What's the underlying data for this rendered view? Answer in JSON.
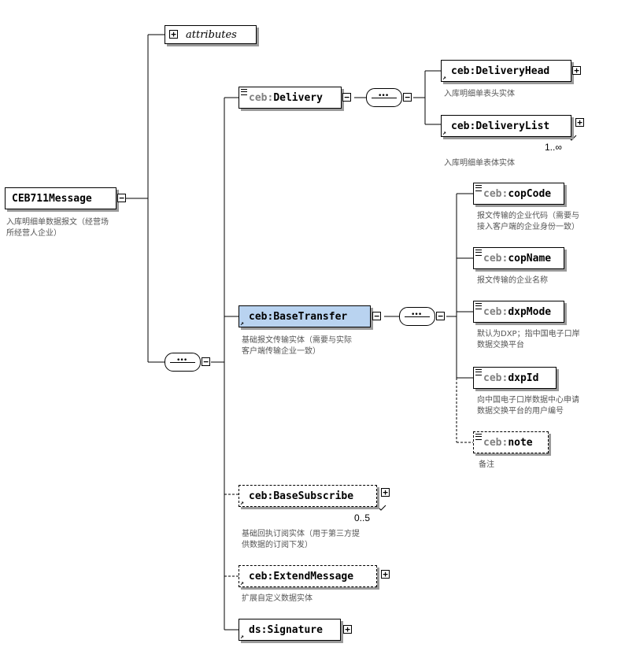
{
  "root": {
    "name": "CEB711Message",
    "desc": "入库明细单数据报文（经营场\n所经营人企业）"
  },
  "attributes": {
    "label": "attributes"
  },
  "delivery": {
    "prefix": "ceb:",
    "name": "Delivery",
    "head": {
      "prefix": "ceb:",
      "name": "DeliveryHead",
      "desc": "入库明细单表头实体"
    },
    "list": {
      "prefix": "ceb:",
      "name": "DeliveryList",
      "cardinality": "1..∞",
      "desc": "入库明细单表体实体"
    }
  },
  "base_transfer": {
    "prefix": "ceb:",
    "name": "BaseTransfer",
    "desc": "基础报文传输实体（需要与实际\n客户端传输企业一致）",
    "children": [
      {
        "prefix": "ceb:",
        "name": "copCode",
        "desc": "报文传输的企业代码（需要与\n接入客户端的企业身份一致）"
      },
      {
        "prefix": "ceb:",
        "name": "copName",
        "desc": "报文传输的企业名称"
      },
      {
        "prefix": "ceb:",
        "name": "dxpMode",
        "desc": "默认为DXP；指中国电子口岸\n数据交换平台"
      },
      {
        "prefix": "ceb:",
        "name": "dxpId",
        "desc": "向中国电子口岸数据中心申请\n数据交换平台的用户编号"
      },
      {
        "prefix": "ceb:",
        "name": "note",
        "desc": "备注"
      }
    ]
  },
  "base_subscribe": {
    "prefix": "ceb:",
    "name": "BaseSubscribe",
    "cardinality": "0..5",
    "desc": "基础回执订阅实体（用于第三方提\n供数据的订阅下发）"
  },
  "extend_message": {
    "prefix": "ceb:",
    "name": "ExtendMessage",
    "desc": "扩展自定义数据实体"
  },
  "signature": {
    "prefix": "ds:",
    "name": "Signature"
  },
  "toggles": {
    "expand": "+",
    "collapse": "−"
  }
}
